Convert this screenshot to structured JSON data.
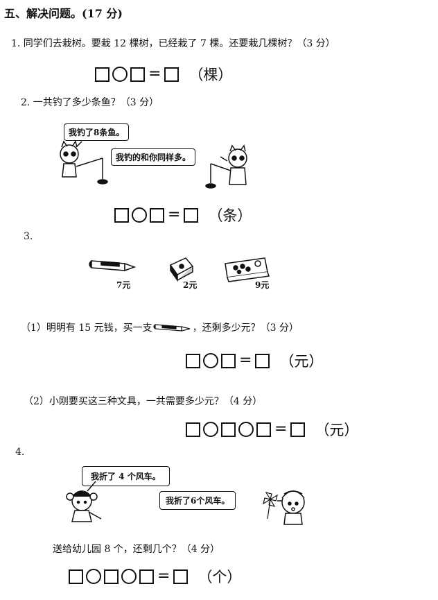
{
  "section_title": "五、解决问题。(17 分)",
  "problems": {
    "p1": {
      "text": "1.  同学们去栽树。要栽 12 棵树，已经栽了 7 棵。还要栽几棵树？（3 分）",
      "unit": "（棵）"
    },
    "p2": {
      "text": "2.  一共钓了多少条鱼？（3 分）",
      "bubble_left": "我钓了8条鱼。",
      "bubble_right": "我钓的和你同样多。",
      "unit": "（条）"
    },
    "p3": {
      "number": "3.",
      "items": [
        {
          "name": "pen",
          "price": "7元"
        },
        {
          "name": "sharpener",
          "price": "2元"
        },
        {
          "name": "pencil-case",
          "price": "9元"
        }
      ],
      "sub1": {
        "text_before": "（1）明明有 15 元钱，买一支",
        "text_after": "，还剩多少元？（3 分）",
        "unit": "（元）"
      },
      "sub2": {
        "text": "（2）小刚要买这三种文具，一共需要多少元？（4 分）",
        "unit": "（元）"
      }
    },
    "p4": {
      "number": "4.",
      "bubble_left": "我折了 4 个风车。",
      "bubble_right": "我折了6个风车。",
      "text": "送给幼儿园 8 个，还剩几个？（4 分）",
      "unit": "（个）"
    }
  }
}
